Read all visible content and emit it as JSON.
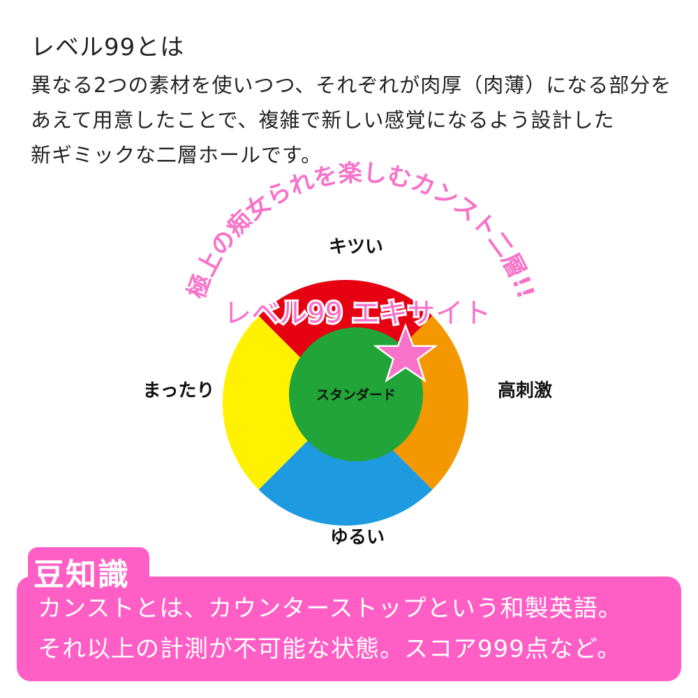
{
  "intro": {
    "title": "レベル99とは",
    "lines": [
      "異なる2つの素材を使いつつ、それぞれが肉厚（肉薄）になる部分を",
      "あえて用意したことで、複雑で新しい感覚になるよう設計した",
      "新ギミックな二層ホールです。"
    ]
  },
  "diagram": {
    "arc_slogan": "極上の痴女られを楽しむカンスト二層!!",
    "product_name": "レベル99 エキサイト",
    "center_label": "スタンダード",
    "segments": [
      {
        "label": "キツい",
        "color": "#e60012"
      },
      {
        "label": "高刺激",
        "color": "#f39800"
      },
      {
        "label": "ゆるい",
        "color": "#1e9be0"
      },
      {
        "label": "まったり",
        "color": "#fff100"
      }
    ],
    "center_color": "#22a538",
    "accent_color": "#f772c8",
    "star_icon": "star"
  },
  "tip": {
    "title": "豆知識",
    "lines": [
      "カンストとは、カウンターストップという和製英語。",
      "それ以上の計測が不可能な状態。スコア999点など。"
    ],
    "color": "#ff5ec4"
  }
}
